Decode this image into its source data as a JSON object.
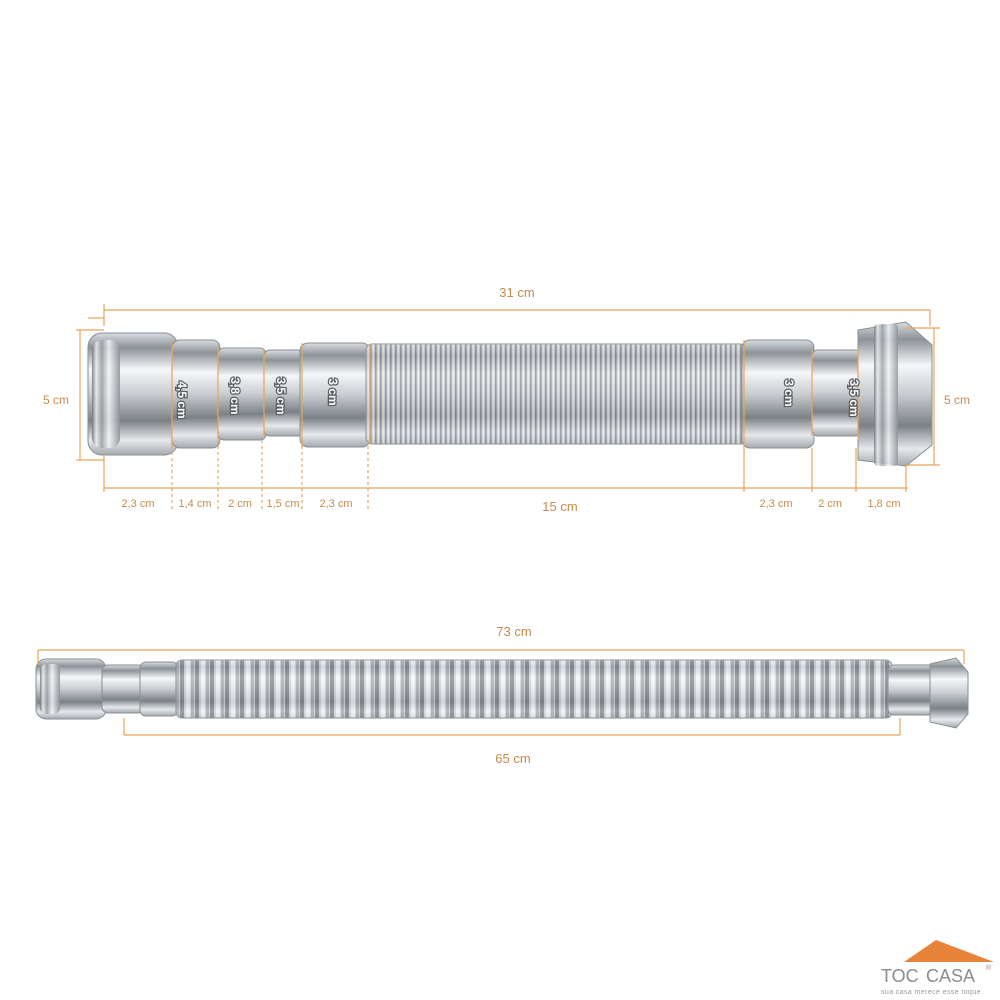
{
  "colors": {
    "dimension": "#e8a45a",
    "label": "#c98a4a",
    "chrome_dark": "#6f7378",
    "chrome_light": "#f4f6f8",
    "logo_roof": "#e8843a",
    "logo_text": "#8c8c8c"
  },
  "compressed": {
    "overall_length": "31 cm",
    "height_left": "5 cm",
    "height_right": "5 cm",
    "diameters": {
      "d1": "4,5 cm",
      "d2": "3,8 cm",
      "d3": "3,5 cm",
      "d4": "3 cm",
      "d5": "3 cm",
      "d6": "3,5 cm"
    },
    "segments": {
      "s1": "2,3 cm",
      "s2": "1,4 cm",
      "s3": "2 cm",
      "s4": "1,5 cm",
      "s5": "2,3 cm",
      "flex": "15 cm",
      "s6": "2,3 cm",
      "s7": "2 cm",
      "s8": "1,8 cm"
    }
  },
  "extended": {
    "total_length": "73 cm",
    "hose_length": "65 cm"
  },
  "logo": {
    "brand_left": "TOC",
    "brand_right": "CASA",
    "registered": "®",
    "tagline": "sua casa merece esse toque"
  }
}
